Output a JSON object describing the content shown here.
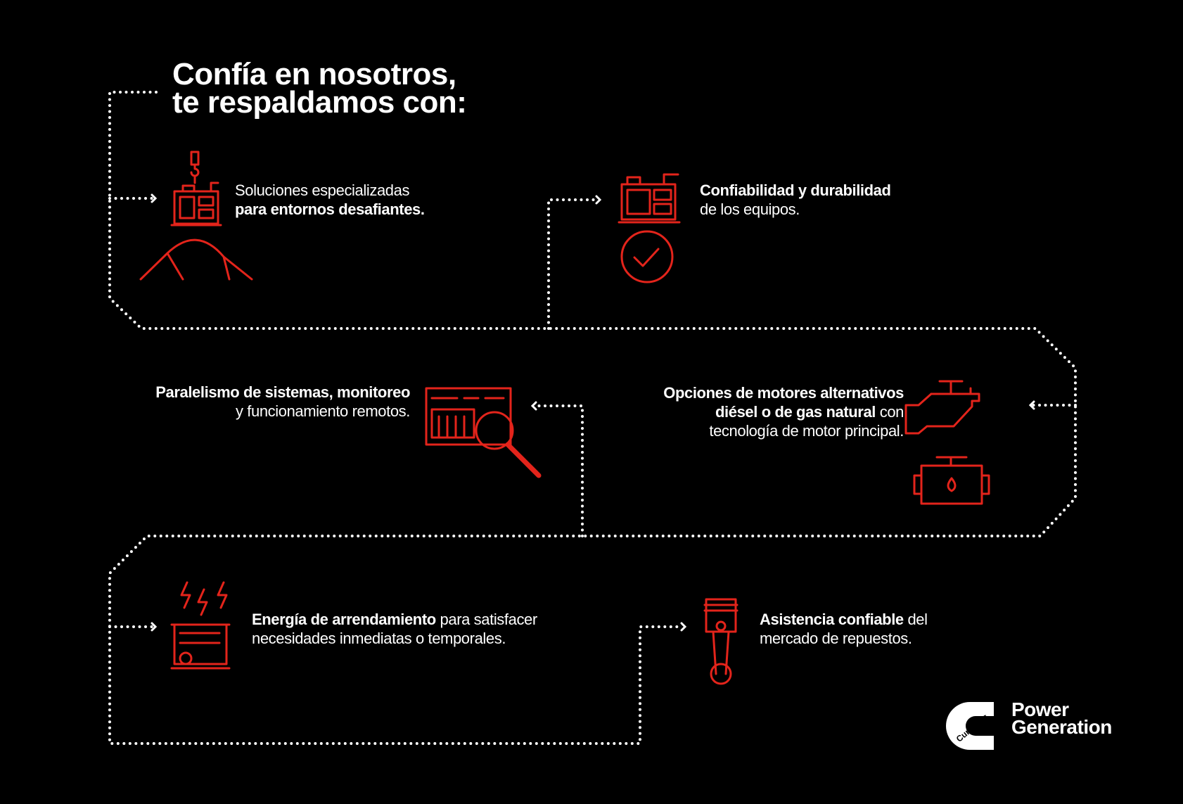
{
  "title": {
    "line1": "Confía en nosotros,",
    "line2": "te respaldamos con:"
  },
  "items": [
    {
      "icon": "generator-crane-mountain-icon",
      "normal1": "Soluciones especializadas",
      "bold1": "para entornos desafiantes."
    },
    {
      "icon": "generator-check-icon",
      "bold1": "Confiabilidad y durabilidad",
      "normal1": "de los equipos."
    },
    {
      "icon": "control-panel-magnifier-icon",
      "bold1": "Paralelismo de sistemas, monitoreo",
      "normal1": "y funcionamiento remotos."
    },
    {
      "icon": "engine-icon",
      "bold1": "Opciones de motores alternativos",
      "bold2": "diésel o de gas natural",
      "normal2": " con",
      "normal3": "tecnología de motor principal."
    },
    {
      "icon": "portable-generator-lightning-icon",
      "bold1": "Energía de arrendamiento",
      "normal1": " para satisfacer",
      "normal2": "necesidades inmediatas o temporales."
    },
    {
      "icon": "piston-icon",
      "bold1": "Asistencia confiable",
      "normal1": " del",
      "normal2": "mercado de repuestos."
    }
  ],
  "logo": {
    "brand": "Cummins",
    "line1": "Power",
    "line2": "Generation"
  },
  "colors": {
    "accent": "#e3241b",
    "background": "#000000",
    "text": "#ffffff"
  }
}
